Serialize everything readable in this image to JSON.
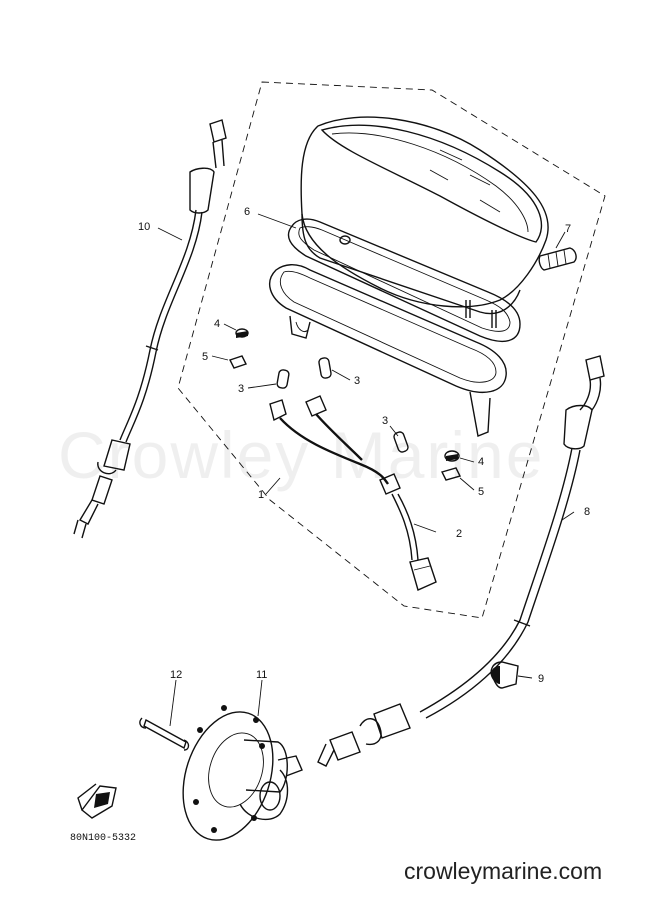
{
  "watermark": "Crowley Marine",
  "site_credit": "crowleymarine.com",
  "diagram_code": "80N100-5332",
  "callouts": {
    "c1": "1",
    "c2": "2",
    "c3a": "3",
    "c3b": "3",
    "c3c": "3",
    "c4a": "4",
    "c4b": "4",
    "c5a": "5",
    "c5b": "5",
    "c6": "6",
    "c7": "7",
    "c8": "8",
    "c9": "9",
    "c10": "10",
    "c11": "11",
    "c12": "12"
  }
}
